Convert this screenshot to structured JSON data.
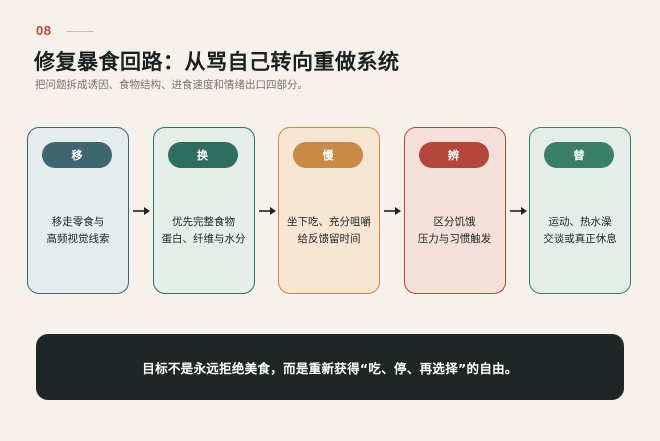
{
  "header": {
    "slide_number": "08",
    "title": "修复暴食回路：从骂自己转向重做系统",
    "subtitle": "把问题拆成诱因、食物结构、进食速度和情绪出口四部分。"
  },
  "cards": [
    {
      "tag": "移",
      "line1": "移走零食与",
      "line2": "高频视觉线索",
      "accent": "#3e6670",
      "bg": "#e6ebee",
      "border": "#3e6670"
    },
    {
      "tag": "换",
      "line1": "优先完整食物",
      "line2": "蛋白、纤维与水分",
      "accent": "#2d6e5f",
      "bg": "#e5ede8",
      "border": "#2d6e5f"
    },
    {
      "tag": "慢",
      "line1": "坐下吃、充分咀嚼",
      "line2": "给反馈留时间",
      "accent": "#c88a44",
      "bg": "#f6e6d2",
      "border": "#c88a44"
    },
    {
      "tag": "辨",
      "line1": "区分饥饿",
      "line2": "压力与习惯触发",
      "accent": "#b5473a",
      "bg": "#f4e0d8",
      "border": "#b5473a"
    },
    {
      "tag": "替",
      "line1": "运动、热水澡",
      "line2": "交谈或真正休息",
      "accent": "#3a8068",
      "bg": "#e4eee8",
      "border": "#3a8068"
    }
  ],
  "banner": {
    "text": "目标不是永远拒绝美食，而是重新获得“吃、停、再选择”的自由。"
  },
  "icons": {
    "arrow": "arrow-right-icon"
  }
}
